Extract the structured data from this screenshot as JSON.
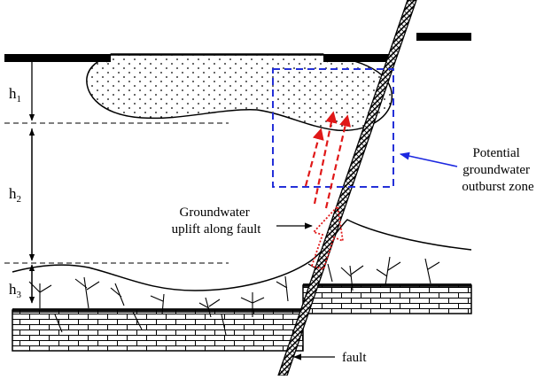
{
  "labels": {
    "potential_zone": [
      "Potential",
      "groundwater",
      "outburst zone"
    ],
    "uplift": [
      "Groundwater",
      "uplift along fault"
    ],
    "fault": "fault"
  },
  "heights": [
    {
      "base": "h",
      "sub": "1"
    },
    {
      "base": "h",
      "sub": "2"
    },
    {
      "base": "h",
      "sub": "3"
    }
  ],
  "colors": {
    "zone_box": "#2430d8",
    "uplift_arrows": "#e01818",
    "callout_arrow": "#1c28e0",
    "ink": "#000000"
  }
}
